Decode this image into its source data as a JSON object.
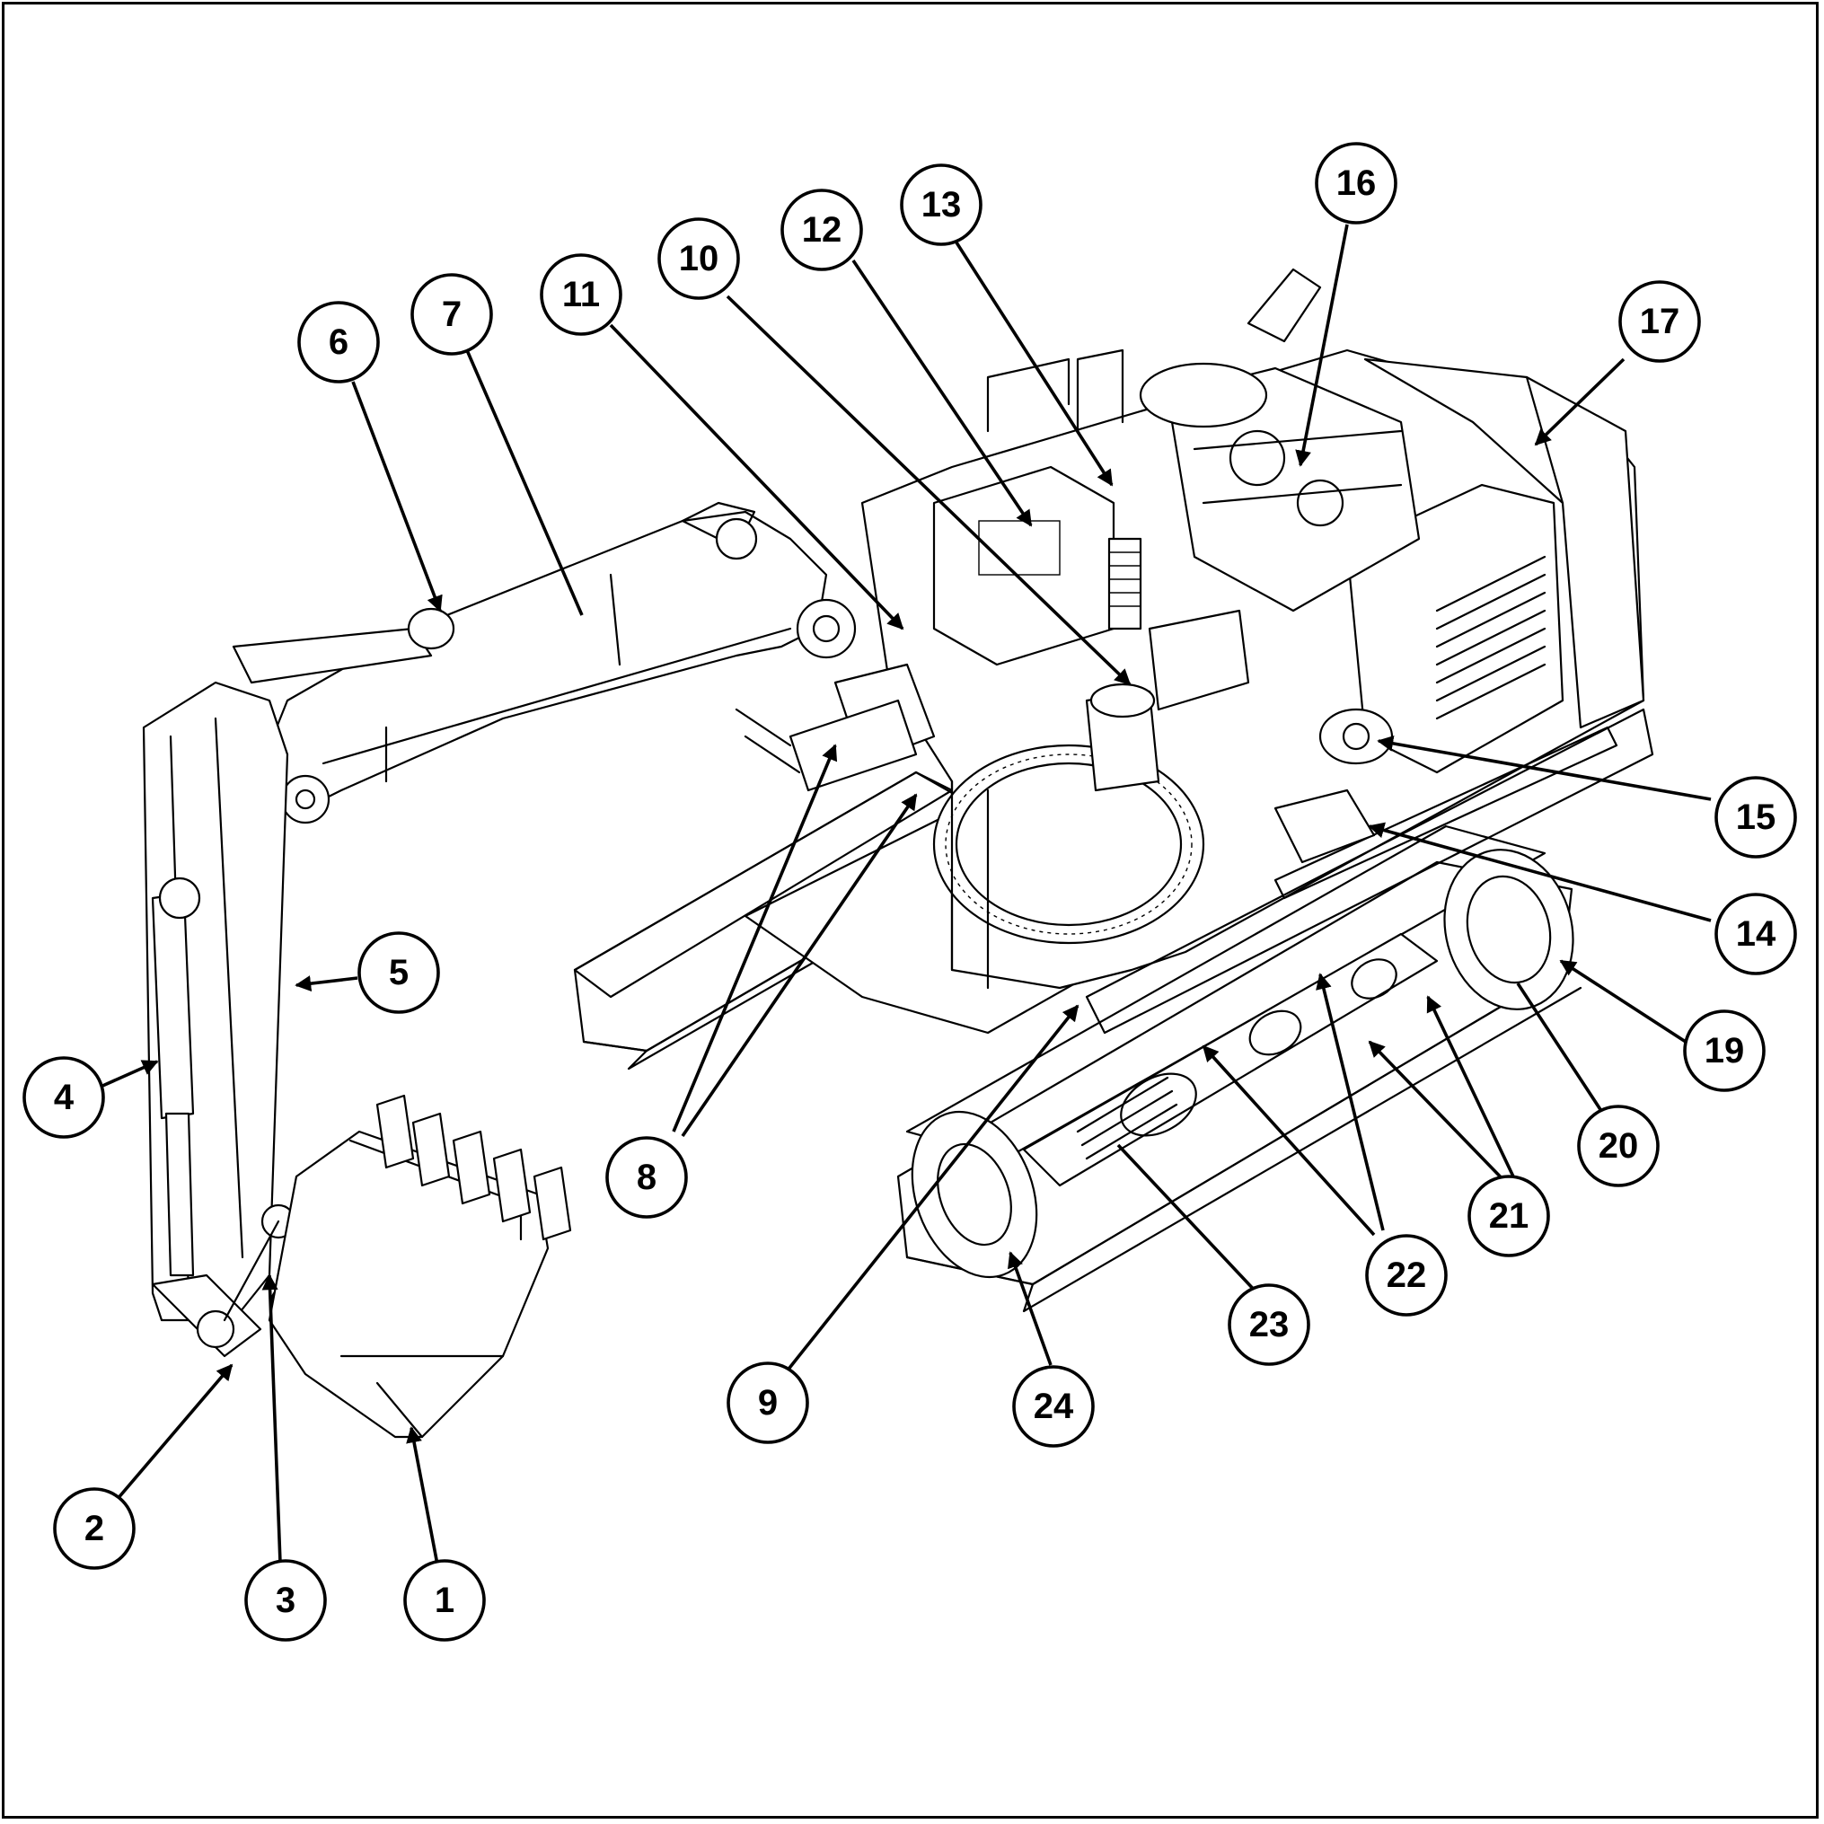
{
  "callouts": [
    {
      "label": "1"
    },
    {
      "label": "2"
    },
    {
      "label": "3"
    },
    {
      "label": "4"
    },
    {
      "label": "5"
    },
    {
      "label": "6"
    },
    {
      "label": "7"
    },
    {
      "label": "8"
    },
    {
      "label": "9"
    },
    {
      "label": "10"
    },
    {
      "label": "11"
    },
    {
      "label": "12"
    },
    {
      "label": "13"
    },
    {
      "label": "14"
    },
    {
      "label": "15"
    },
    {
      "label": "16"
    },
    {
      "label": "17"
    },
    {
      "label": "19"
    },
    {
      "label": "20"
    },
    {
      "label": "21"
    },
    {
      "label": "22"
    },
    {
      "label": "23"
    },
    {
      "label": "24"
    }
  ]
}
